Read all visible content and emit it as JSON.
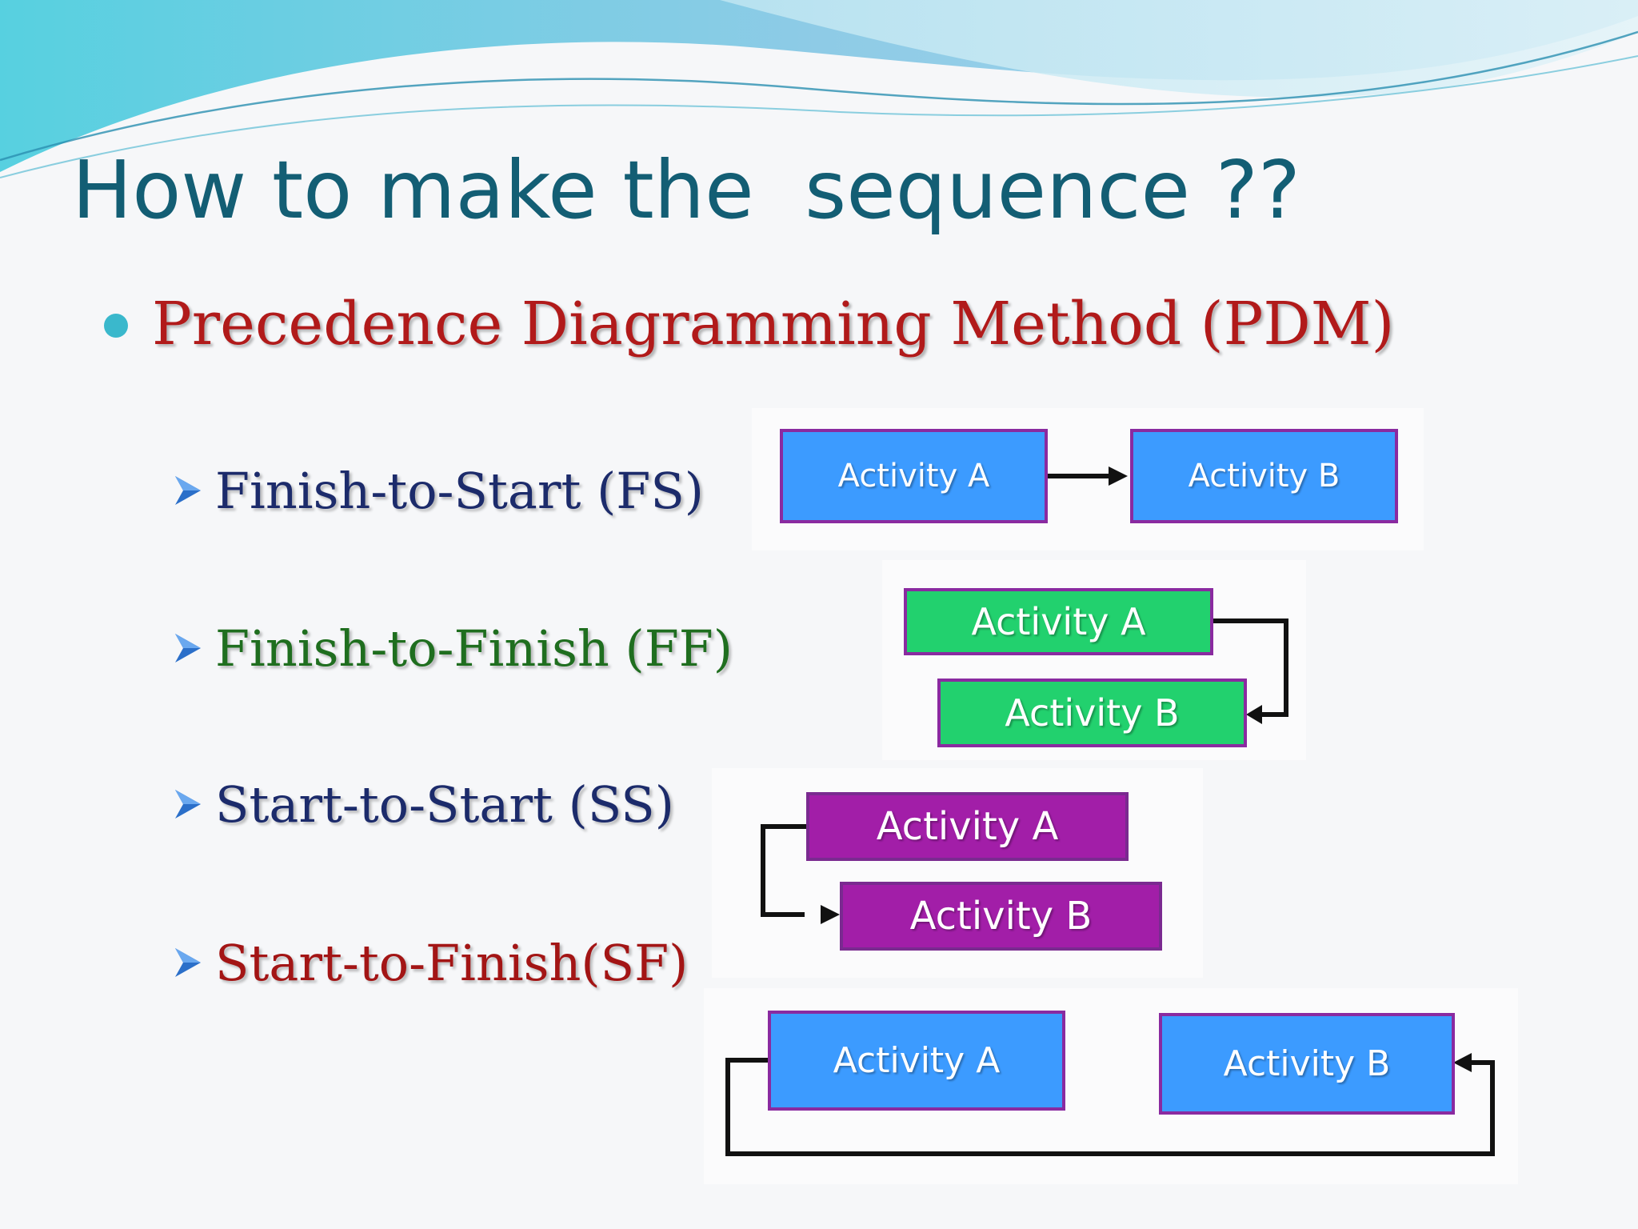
{
  "slide": {
    "title": "How to make the  sequence ??",
    "bullet": "Precedence Diagramming Method (PDM)",
    "relationships": [
      {
        "label": "Finish-to-Start (FS)",
        "color": "#1c2b6b"
      },
      {
        "label": "Finish-to-Finish (FF)",
        "color": "#1f6e1f"
      },
      {
        "label": "Start-to-Start (SS)",
        "color": "#1c2b6b"
      },
      {
        "label": "Start-to-Finish(SF)",
        "color": "#a31515"
      }
    ]
  },
  "diagrams": {
    "fs": {
      "activity_a": "Activity A",
      "activity_b": "Activity B",
      "box_color": "#3c9bff"
    },
    "ff": {
      "activity_a": "Activity A",
      "activity_b": "Activity B",
      "box_color": "#22d16e"
    },
    "ss": {
      "activity_a": "Activity A",
      "activity_b": "Activity B",
      "box_color": "#a21ea8"
    },
    "sf": {
      "activity_a": "Activity A",
      "activity_b": "Activity B",
      "box_color": "#3c9bff"
    }
  },
  "icons": {
    "bullet": "bullet-dot-icon",
    "sub_bullet": "arrow-bullet-icon"
  }
}
